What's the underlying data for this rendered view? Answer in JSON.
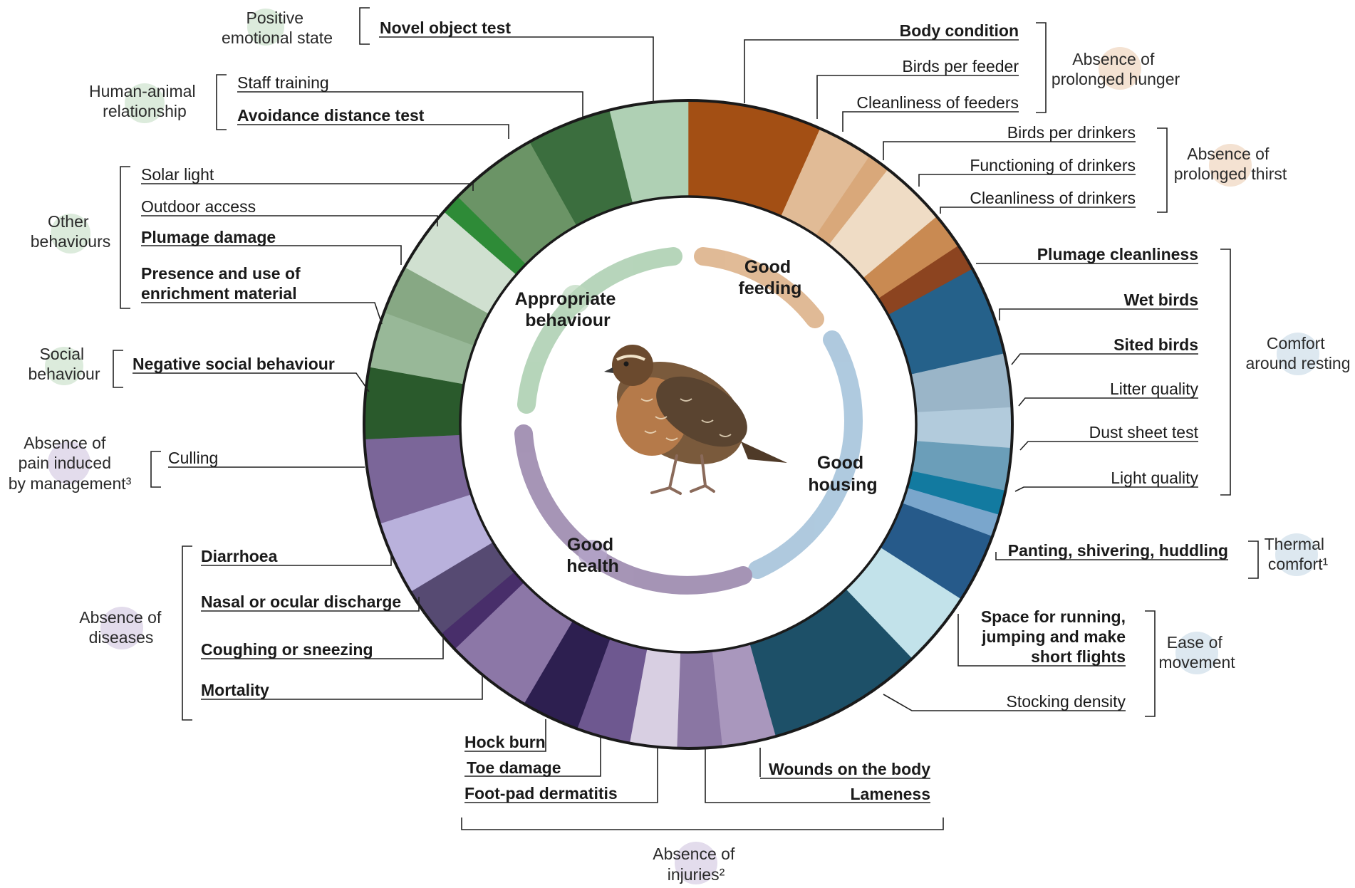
{
  "principles": {
    "appropriate_behaviour": [
      "Appropriate",
      "behaviour"
    ],
    "good_feeding": [
      "Good",
      "feeding"
    ],
    "good_housing": [
      "Good",
      "housing"
    ],
    "good_health": [
      "Good",
      "health"
    ]
  },
  "criteria": {
    "positive_emotional_state": [
      "Positive",
      "emotional state"
    ],
    "human_animal_relationship": [
      "Human-animal",
      "relationship"
    ],
    "other_behaviours": [
      "Other",
      "behaviours"
    ],
    "social_behaviour": [
      "Social",
      "behaviour"
    ],
    "absence_pain_management": [
      "Absence of",
      "pain induced",
      "by management³"
    ],
    "absence_diseases": [
      "Absence of",
      "diseases"
    ],
    "absence_injuries": [
      "Absence of",
      "injuries²"
    ],
    "absence_hunger": [
      "Absence of",
      "prolonged hunger"
    ],
    "absence_thirst": [
      "Absence of",
      "prolonged thirst"
    ],
    "comfort_resting": [
      "Comfort",
      "around resting"
    ],
    "thermal_comfort": [
      "Thermal",
      "comfort¹"
    ],
    "ease_movement": [
      "Ease of",
      "movement"
    ]
  },
  "measures": {
    "novel_object_test": "Novel object test",
    "staff_training": "Staff training",
    "avoidance_distance_test": "Avoidance distance test",
    "solar_light": "Solar light",
    "outdoor_access": "Outdoor access",
    "plumage_damage": "Plumage damage",
    "enrichment_1": "Presence and use of",
    "enrichment_2": "enrichment material",
    "negative_social_behaviour": "Negative social behaviour",
    "culling": "Culling",
    "diarrhoea": "Diarrhoea",
    "nasal_ocular_discharge": "Nasal or ocular discharge",
    "coughing_sneezing": "Coughing or sneezing",
    "mortality": "Mortality",
    "hock_burn": "Hock burn",
    "toe_damage": "Toe damage",
    "foot_pad_dermatitis": "Foot-pad dermatitis",
    "wounds_body": "Wounds on the body",
    "lameness": "Lameness",
    "body_condition": "Body condition",
    "birds_per_feeder": "Birds per feeder",
    "cleanliness_feeders": "Cleanliness of feeders",
    "birds_per_drinkers": "Birds per drinkers",
    "functioning_drinkers": "Functioning of drinkers",
    "cleanliness_drinkers": "Cleanliness of drinkers",
    "plumage_cleanliness": "Plumage cleanliness",
    "wet_birds": "Wet birds",
    "sited_birds": "Sited birds",
    "litter_quality": "Litter quality",
    "dust_sheet_test": "Dust sheet test",
    "light_quality": "Light quality",
    "panting": "Panting, shivering, huddling",
    "space_1": "Space for running,",
    "space_2": "jumping and make",
    "space_3": "short flights",
    "stocking_density": "Stocking density"
  },
  "colors": {
    "behaviour": "#2f6b3a",
    "feeding": "#b0642a",
    "housing": "#2b6b8f",
    "health": "#6e5a96",
    "bubble_green": "#dcebdc",
    "bubble_orange": "#f4e2d2",
    "bubble_blue": "#dde8f0",
    "bubble_purple": "#e3dcec"
  },
  "ring_segments": [
    {
      "color": "#a34f14",
      "span": 6.0
    },
    {
      "color": "#e1bb96",
      "span": 2.5
    },
    {
      "color": "#d9a87a",
      "span": 1.0
    },
    {
      "color": "#efdcc5",
      "span": 3.0
    },
    {
      "color": "#c98a52",
      "span": 1.6
    },
    {
      "color": "#8c4420",
      "span": 1.2
    },
    {
      "color": "#25618a",
      "span": 4.0
    },
    {
      "color": "#9ab5c8",
      "span": 2.4
    },
    {
      "color": "#b2cbdc",
      "span": 1.8
    },
    {
      "color": "#6b9eb9",
      "span": 1.9
    },
    {
      "color": "#127aa0",
      "span": 1.1
    },
    {
      "color": "#7aa6cc",
      "span": 1.0
    },
    {
      "color": "#265a8a",
      "span": 3.1
    },
    {
      "color": "#c2e2ea",
      "span": 3.4
    },
    {
      "color": "#1d5068",
      "span": 7.0
    },
    {
      "color": "#a997bd",
      "span": 2.4
    },
    {
      "color": "#8a76a3",
      "span": 2.0
    },
    {
      "color": "#d8cfe2",
      "span": 2.1
    },
    {
      "color": "#6e5890",
      "span": 2.4
    },
    {
      "color": "#2d1f50",
      "span": 2.6
    },
    {
      "color": "#8c77a7",
      "span": 3.9
    },
    {
      "color": "#482e6a",
      "span": 0.9
    },
    {
      "color": "#564a72",
      "span": 2.3
    },
    {
      "color": "#b9b1dc",
      "span": 3.3
    },
    {
      "color": "#7b6699",
      "span": 3.8
    },
    {
      "color": "#2a5a2c",
      "span": 3.2
    },
    {
      "color": "#98b898",
      "span": 2.5
    },
    {
      "color": "#87a884",
      "span": 2.2
    },
    {
      "color": "#d0e0d0",
      "span": 3.0
    },
    {
      "color": "#2e8b37",
      "span": 0.9
    },
    {
      "color": "#6b9466",
      "span": 4.0
    },
    {
      "color": "#3b6e3e",
      "span": 3.8
    },
    {
      "color": "#afd0b4",
      "span": 3.5
    }
  ]
}
